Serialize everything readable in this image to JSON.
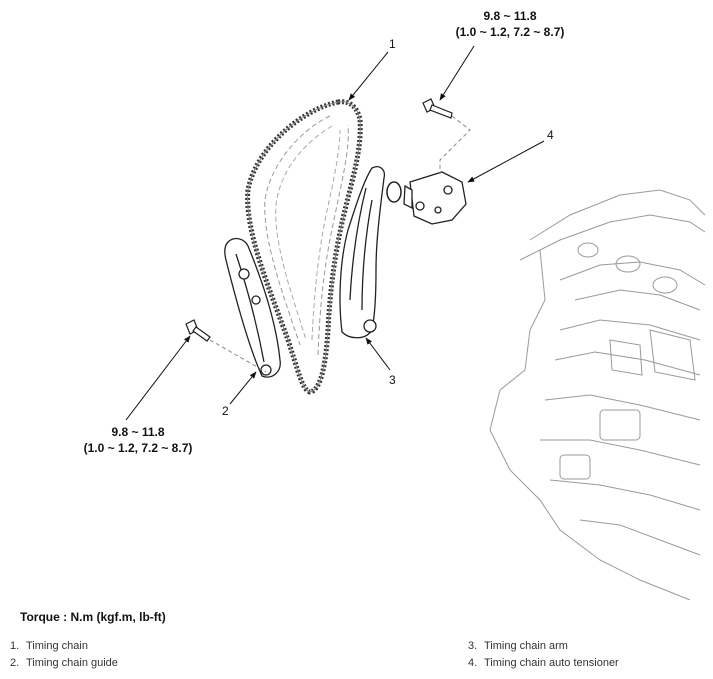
{
  "torque_top": {
    "line1": "9.8 ~ 11.8",
    "line2": "(1.0 ~ 1.2, 7.2 ~ 8.7)"
  },
  "torque_left": {
    "line1": "9.8 ~ 11.8",
    "line2": "(1.0 ~ 1.2, 7.2 ~ 8.7)"
  },
  "callouts": [
    "1",
    "2",
    "3",
    "4"
  ],
  "torque_units": "Torque : N.m (kgf.m, lb-ft)",
  "legend": [
    {
      "num": "1.",
      "label": "Timing chain"
    },
    {
      "num": "2.",
      "label": "Timing chain guide"
    },
    {
      "num": "3.",
      "label": "Timing chain arm"
    },
    {
      "num": "4.",
      "label": "Timing chain auto tensioner"
    }
  ]
}
